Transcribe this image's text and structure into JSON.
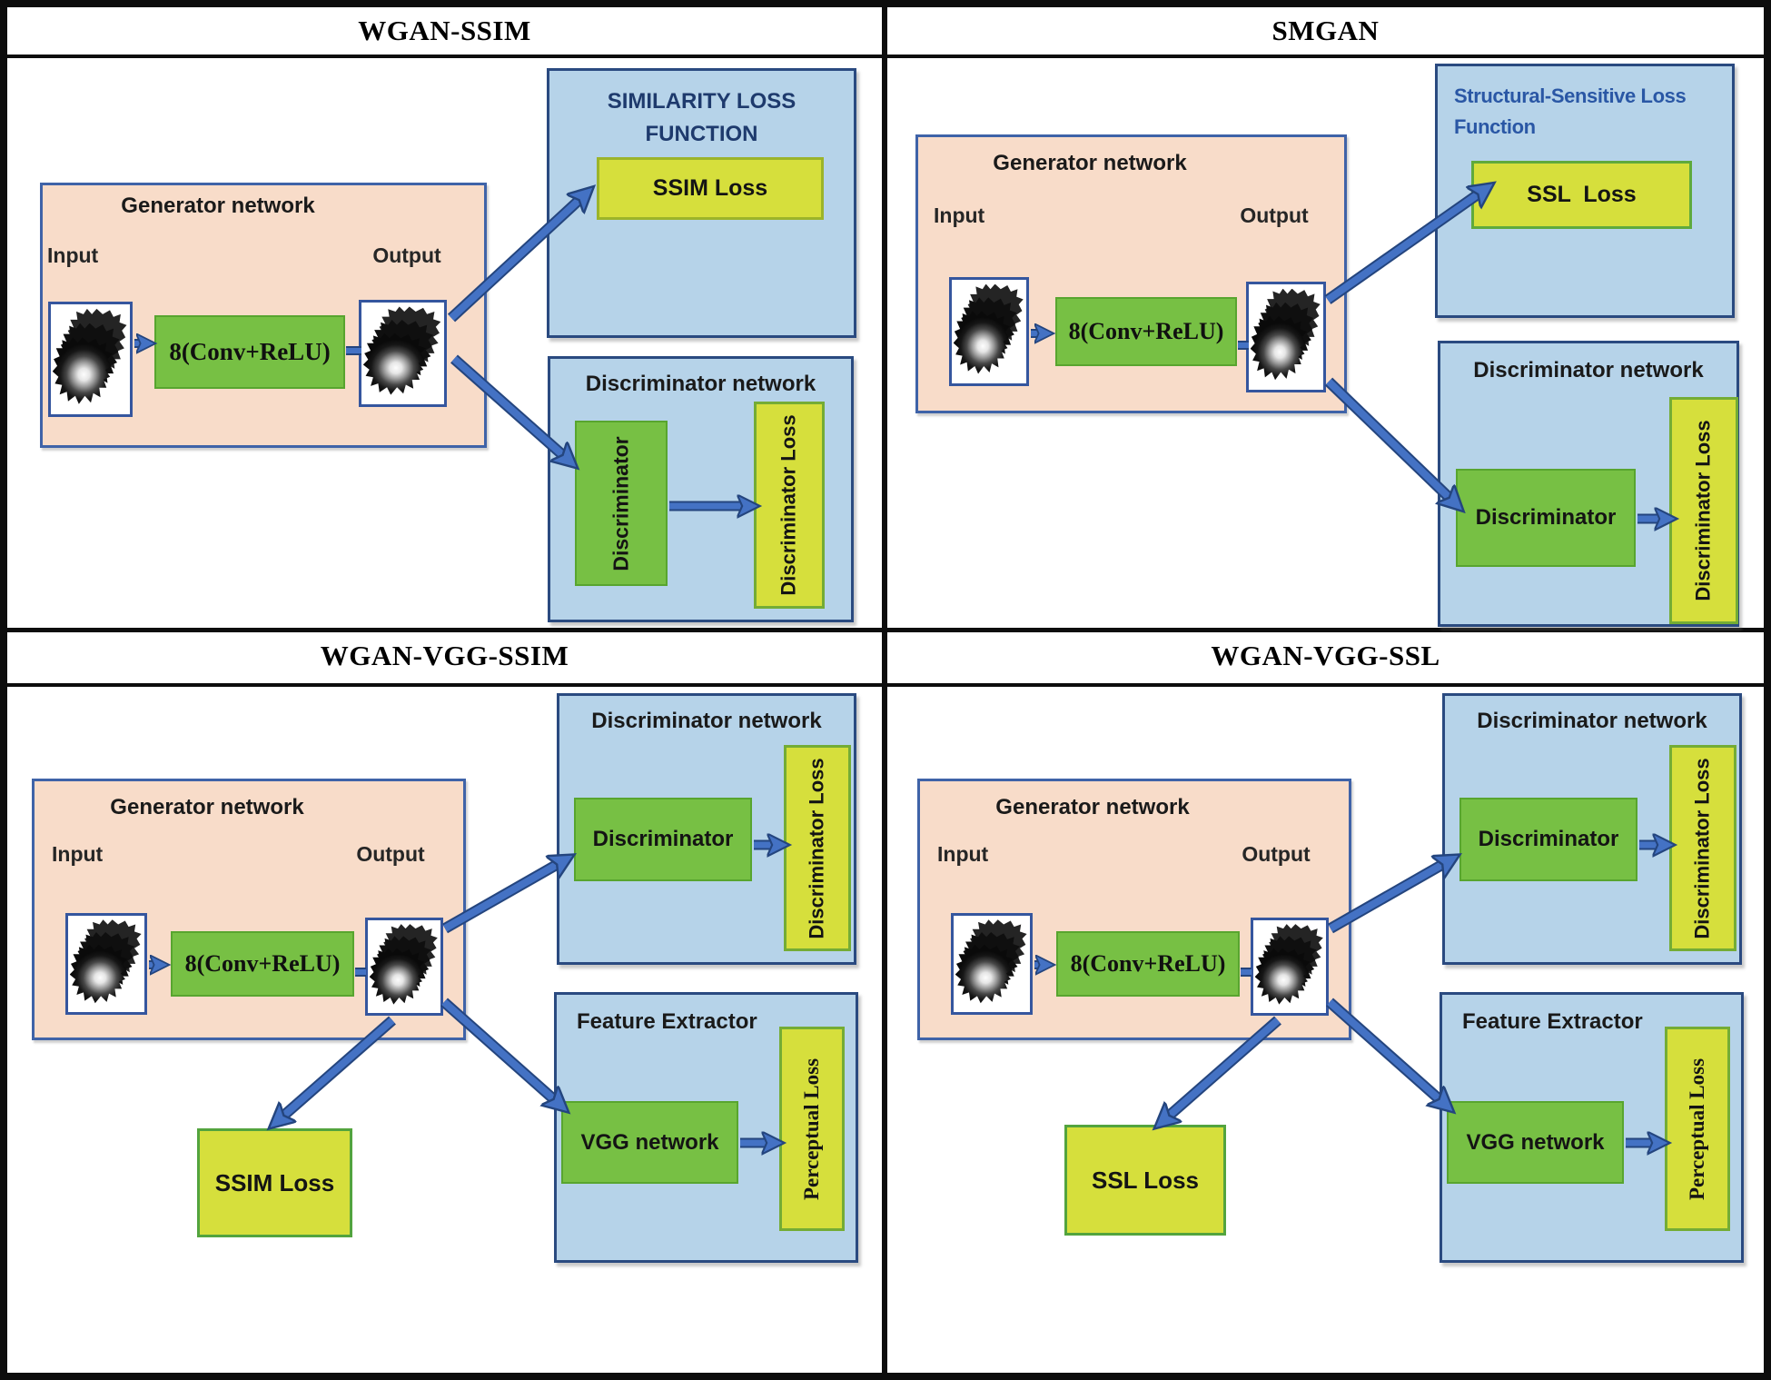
{
  "colors": {
    "generator_fill": "#f8dcc9",
    "network_panel_fill": "#b6d3e9",
    "block_green": "#77c044",
    "block_yellow": "#d6df3c",
    "arrow_blue": "#4472c4",
    "similarity_title_navy": "#1e3a6d",
    "ssl_title_blue": "#2a57a5"
  },
  "panels": {
    "wgan_ssim": {
      "title": "WGAN-SSIM",
      "generator": {
        "title": "Generator network",
        "input_label": "Input",
        "output_label": "Output",
        "conv_label": "8(Conv+ReLU)"
      },
      "similarity_box": {
        "title": "SIMILARITY LOSS FUNCTION",
        "loss_label": "SSIM Loss"
      },
      "discriminator_box": {
        "title": "Discriminator network",
        "discriminator_label": "Discriminator",
        "loss_label": "Discriminator Loss"
      }
    },
    "smgan": {
      "title": "SMGAN",
      "generator": {
        "title": "Generator network",
        "input_label": "Input",
        "output_label": "Output",
        "conv_label": "8(Conv+ReLU)"
      },
      "ssl_box": {
        "title": "Structural-Sensitive Loss Function",
        "loss_label": "SSL  Loss"
      },
      "discriminator_box": {
        "title": "Discriminator network",
        "discriminator_label": "Discriminator",
        "loss_label": "Discriminator Loss"
      }
    },
    "wgan_vgg_ssim": {
      "title": "WGAN-VGG-SSIM",
      "generator": {
        "title": "Generator network",
        "input_label": "Input",
        "output_label": "Output",
        "conv_label": "8(Conv+ReLU)"
      },
      "discriminator_box": {
        "title": "Discriminator network",
        "discriminator_label": "Discriminator",
        "loss_label": "Discriminator Loss"
      },
      "feature_box": {
        "title": "Feature Extractor",
        "vgg_label": "VGG network",
        "loss_label": "Perceptual Loss"
      },
      "ssim_loss_label": "SSIM Loss"
    },
    "wgan_vgg_ssl": {
      "title": "WGAN-VGG-SSL",
      "generator": {
        "title": "Generator network",
        "input_label": "Input",
        "output_label": "Output",
        "conv_label": "8(Conv+ReLU)"
      },
      "discriminator_box": {
        "title": "Discriminator network",
        "discriminator_label": "Discriminator",
        "loss_label": "Discriminator Loss"
      },
      "feature_box": {
        "title": "Feature Extractor",
        "vgg_label": "VGG network",
        "loss_label": "Perceptual Loss"
      },
      "ssl_loss_label": "SSL Loss"
    }
  }
}
